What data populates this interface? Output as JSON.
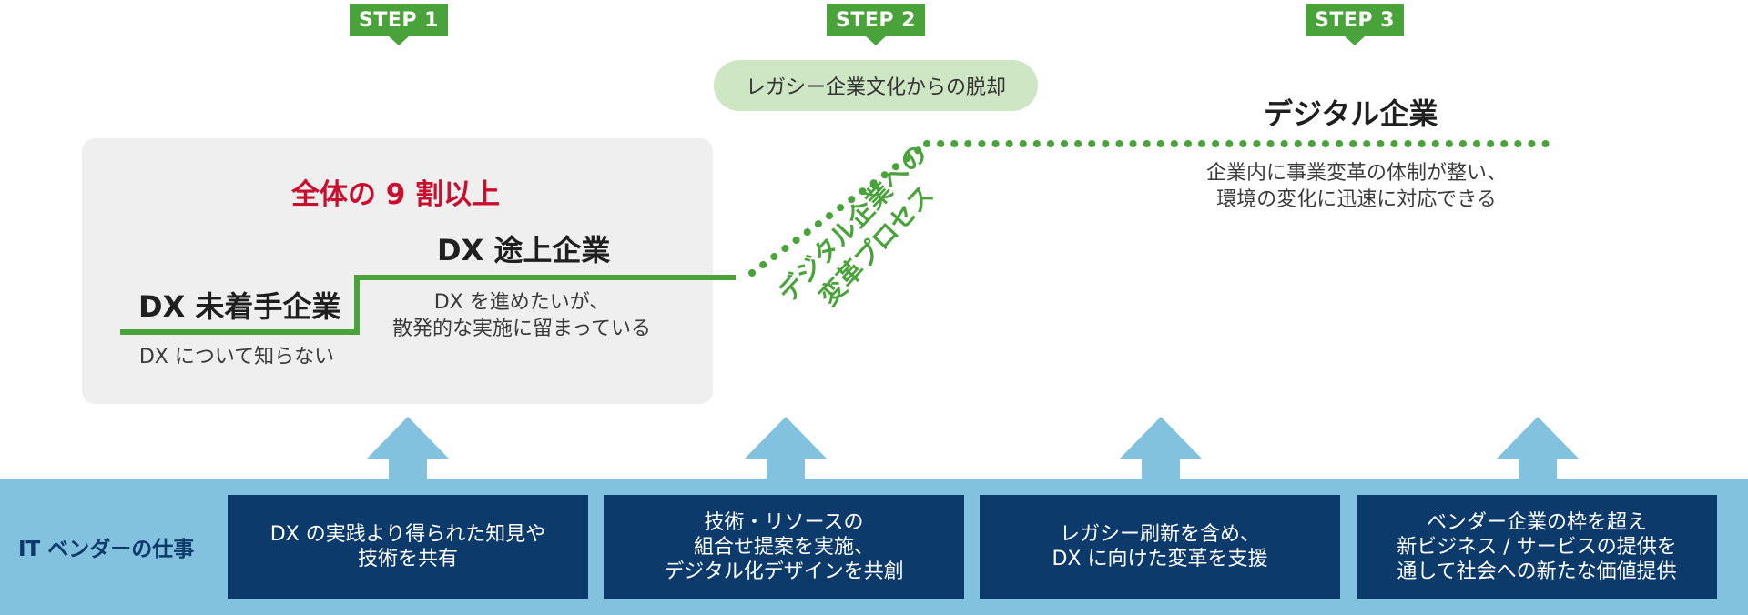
{
  "steps": [
    "STEP 1",
    "STEP 2",
    "STEP 3"
  ],
  "pill": "レガシー企業文化からの脱却",
  "step1": {
    "highlight": "全体の 9 割以上",
    "stage1_title": "DX 未着手企業",
    "stage1_desc": "DX について知らない",
    "stage2_title": "DX 途上企業",
    "stage2_desc_line1": "DX を進めたいが、",
    "stage2_desc_line2": "散発的な実施に留まっている"
  },
  "process": {
    "line1": "デジタル企業への",
    "line2": "変革プロセス"
  },
  "step3": {
    "title": "デジタル企業",
    "desc_line1": "企業内に事業変革の体制が整い、",
    "desc_line2": "環境の変化に迅速に対応できる"
  },
  "band": {
    "label": "IT ベンダーの仕事",
    "cards": [
      {
        "lines": [
          "DX の実践より得られた知見や",
          "技術を共有"
        ]
      },
      {
        "lines": [
          "技術・リソースの",
          "組合せ提案を実施、",
          "デジタル化デザインを共創"
        ]
      },
      {
        "lines": [
          "レガシー刷新を含め、",
          "DX に向けた変革を支援"
        ]
      },
      {
        "lines": [
          "ベンダー企業の枠を超え",
          "新ビジネス / サービスの提供を",
          "通して社会への新たな価値提供"
        ]
      }
    ]
  },
  "colors": {
    "green": "#4aa23a",
    "pill_bg": "#cfe6c4",
    "red": "#c8102e",
    "gray_box": "#efefef",
    "band": "#82c2df",
    "card": "#0c3a6b"
  }
}
